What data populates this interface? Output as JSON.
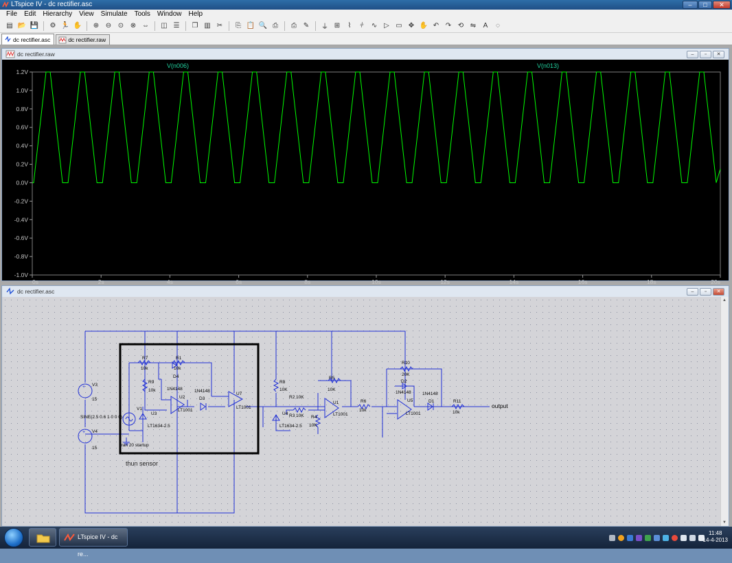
{
  "window": {
    "title": "LTspice IV - dc rectifier.asc",
    "controls": {
      "minimize": "–",
      "maximize": "□",
      "close": "✕"
    }
  },
  "menu": [
    "File",
    "Edit",
    "Hierarchy",
    "View",
    "Simulate",
    "Tools",
    "Window",
    "Help"
  ],
  "toolbar_icons": [
    "new-schematic-icon",
    "open-icon",
    "save-icon",
    "control-panel-icon",
    "run-icon",
    "halt-icon",
    "zoom-in-icon",
    "zoom-out-icon",
    "zoom-fit-icon",
    "zoom-cancel-icon",
    "autorange-icon",
    "pick-icon",
    "tile-horizontal-icon",
    "cascade-icon",
    "tile-vertical-icon",
    "cut-icon",
    "copy-icon",
    "paste-icon",
    "find-icon",
    "print-setup-icon",
    "print-icon",
    "wire-icon",
    "ground-icon",
    "label-icon",
    "resistor-icon",
    "capacitor-icon",
    "inductor-icon",
    "diode-icon",
    "component-icon",
    "move-icon",
    "drag-icon",
    "undo-icon",
    "redo-icon",
    "rotate-icon",
    "mirror-icon",
    "text-icon",
    "spice-directive-icon"
  ],
  "tabs": [
    {
      "label": "dc rectifier.asc",
      "active": true
    },
    {
      "label": "dc rectifier.raw",
      "active": false
    }
  ],
  "waveform": {
    "title": "dc rectifier.raw",
    "traces": [
      {
        "label": "V(n006)",
        "color": "#00ff00"
      },
      {
        "label": "V(n013)",
        "color": "#00ff00"
      }
    ],
    "trace_label_color": "#22d3a0"
  },
  "chart_data": {
    "type": "line",
    "xlabel": "",
    "ylabel": "",
    "xlim": [
      0,
      20
    ],
    "ylim": [
      -1.0,
      1.2
    ],
    "x_ticks": [
      "0s",
      "2s",
      "4s",
      "6s",
      "8s",
      "10s",
      "12s",
      "14s",
      "16s",
      "18s",
      "20s"
    ],
    "y_ticks": [
      "1.2V",
      "1.0V",
      "0.8V",
      "0.6V",
      "0.4V",
      "0.2V",
      "0.0V",
      "-0.2V",
      "-0.4V",
      "-0.6V",
      "-0.8V",
      "-1.0V"
    ],
    "series": [
      {
        "name": "V(n006)",
        "color": "#00ff00",
        "period_s": 1.0,
        "peak_v": 1.2,
        "low_v": 0.0
      }
    ],
    "grid": false
  },
  "schematic": {
    "title": "dc rectifier.asc",
    "wire_color": "#1f2fd6",
    "components": [
      {
        "ref": "V3",
        "value": "15"
      },
      {
        "ref": "V4",
        "value": "15"
      },
      {
        "ref": "V1",
        "value": "SINE(2.5 0.6 1 0 0 0)"
      },
      {
        "ref": "U3",
        "value": "LT1634-2.5"
      },
      {
        "ref": "R7",
        "value": "10k"
      },
      {
        "ref": "R1",
        "value": "10k"
      },
      {
        "ref": "R9",
        "value": "10k"
      },
      {
        "ref": "D4",
        "value": "1N4148"
      },
      {
        "ref": "D3",
        "value": "1N4148"
      },
      {
        "ref": "U2",
        "value": "LT1001"
      },
      {
        "ref": "U7",
        "value": "LT1001"
      },
      {
        "ref": "R8",
        "value": "10K"
      },
      {
        "ref": "U4",
        "value": "LT1634-2.5"
      },
      {
        "ref": "R2",
        "value": "10K"
      },
      {
        "ref": "R3",
        "value": "10K"
      },
      {
        "ref": "R4",
        "value": "10K"
      },
      {
        "ref": "R5",
        "value": "10K"
      },
      {
        "ref": "U1",
        "value": "LT1001"
      },
      {
        "ref": "R6",
        "value": "10k"
      },
      {
        "ref": "R10",
        "value": "20K"
      },
      {
        "ref": "D2",
        "value": "1N4148"
      },
      {
        "ref": "D1",
        "value": "1N4148"
      },
      {
        "ref": "U5",
        "value": "LT1001"
      },
      {
        "ref": "R11",
        "value": "10k"
      }
    ],
    "directive": ".tran 20 startup",
    "net_label": "output",
    "annotation": "thun sensor"
  },
  "taskbar": {
    "task_label": "LTspice IV - dc re...",
    "clock_time": "11:48",
    "clock_date": "14-4-2013"
  }
}
